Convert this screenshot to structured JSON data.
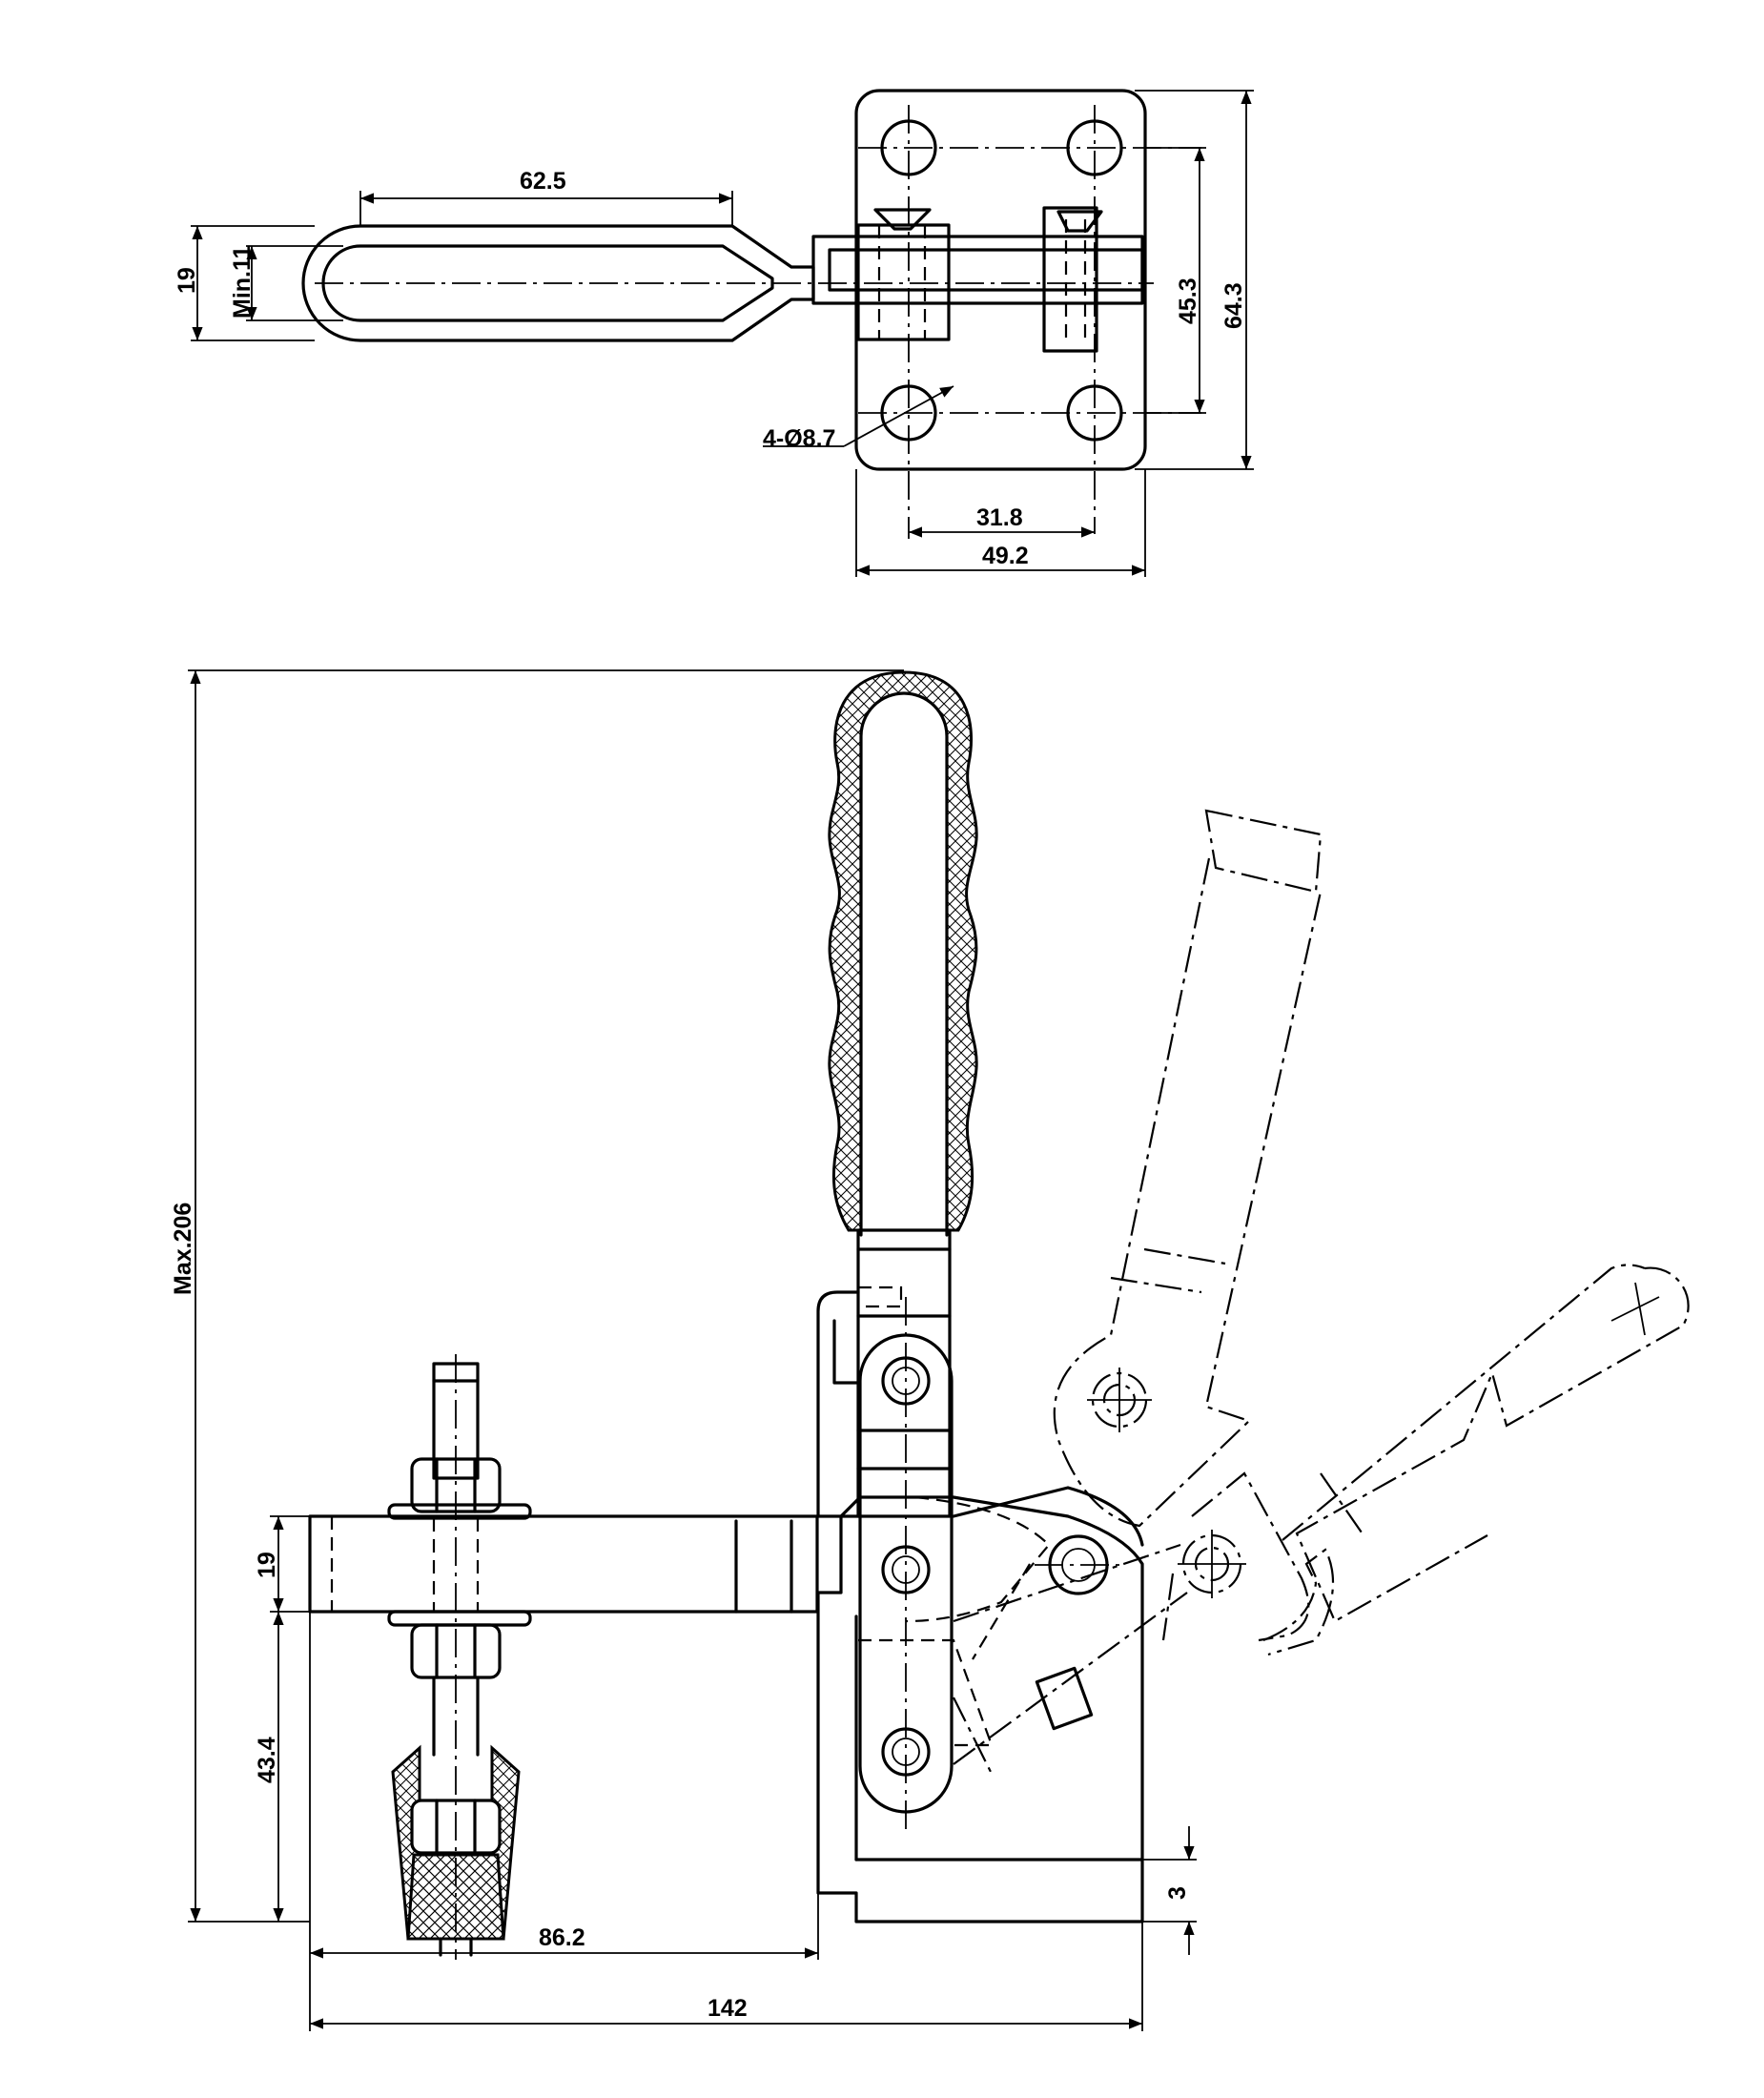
{
  "top_view": {
    "handle_length": "62.5",
    "handle_width": "19",
    "handle_min": "Min.11",
    "hole_spacing_vertical": "45.3",
    "base_height": "64.3",
    "holes": "4-Ø8.7",
    "hole_spacing_horizontal": "31.8",
    "base_width": "49.2"
  },
  "side_view": {
    "max_height": "Max.206",
    "arm_thickness": "19",
    "arm_height": "43.4",
    "base_thickness": "3",
    "spindle_reach": "86.2",
    "overall_length": "142"
  }
}
